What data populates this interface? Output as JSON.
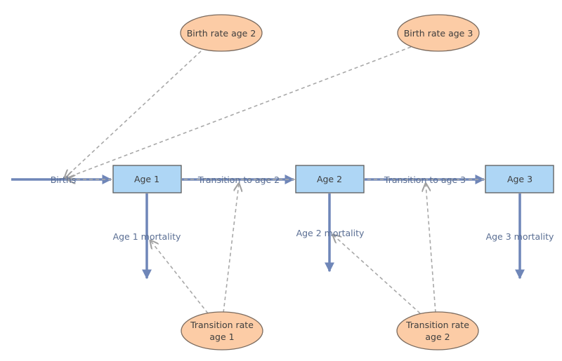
{
  "stocks": {
    "age1": "Age 1",
    "age2": "Age 2",
    "age3": "Age 3"
  },
  "flows": {
    "births": "Births",
    "transition_to_age_2": "Transition to age 2",
    "transition_to_age_3": "Transition to age 3",
    "age1_mortality": "Age 1 mortality",
    "age2_mortality": "Age 2 mortality",
    "age3_mortality": "Age 3 mortality"
  },
  "variables": {
    "birth_rate_age_2": "Birth rate age 2",
    "birth_rate_age_3": "Birth rate age 3",
    "transition_rate_age_1": {
      "line1": "Transition rate",
      "line2": "age 1"
    },
    "transition_rate_age_2": {
      "line1": "Transition rate",
      "line2": "age 2"
    }
  },
  "colors": {
    "stock_fill": "#aed6f5",
    "stock_border": "#5a5a5a",
    "variable_fill": "#fccca6",
    "variable_border": "#7a6a5e",
    "flow_arrow": "#6f86b8",
    "link_dashed": "#a8a8a8"
  }
}
